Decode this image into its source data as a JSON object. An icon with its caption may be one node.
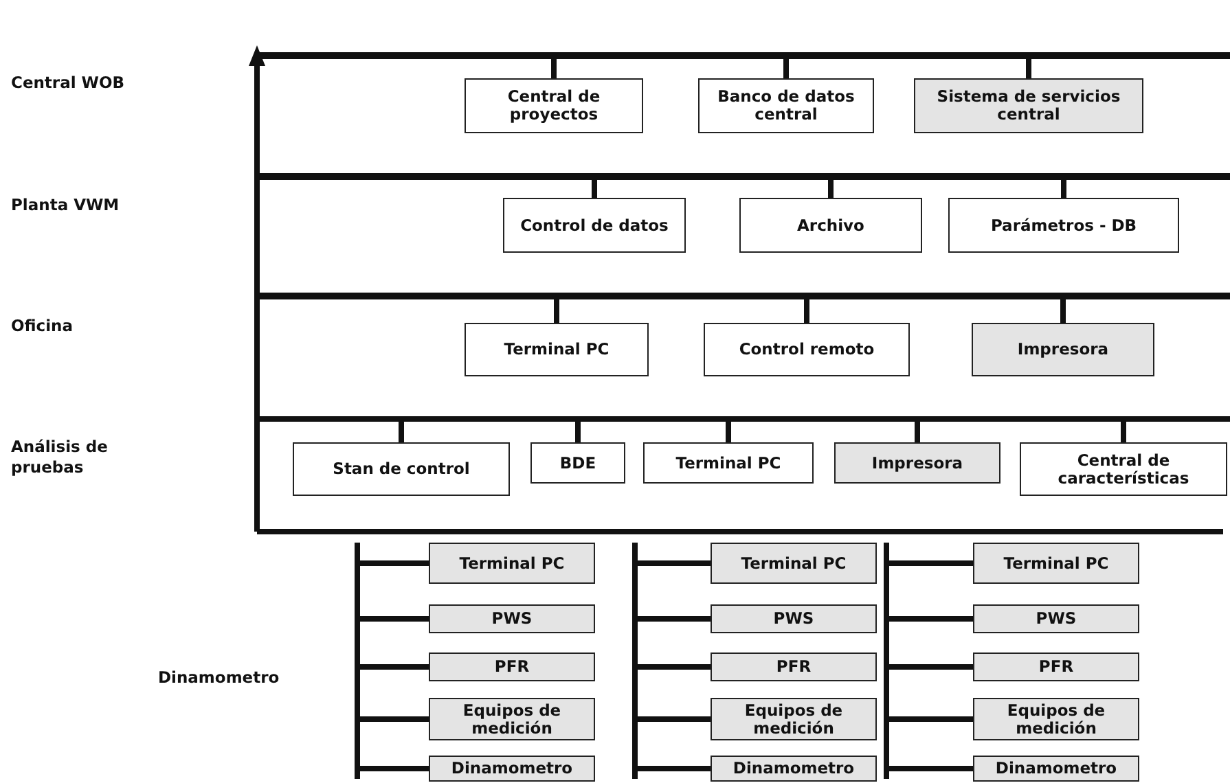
{
  "diagram": {
    "nodes": [
      {
        "text": [],
        "shape": "bar"
      },
      {
        "text": [
          "Central de proyectos"
        ]
      },
      {
        "text": [
          "Banco de datos central"
        ]
      },
      {
        "text": [
          "Sistema de servicios central"
        ]
      },
      {
        "text": [],
        "shape": "bar"
      },
      {
        "text": [
          "Control de datos"
        ]
      },
      {
        "text": [
          "Archivo"
        ]
      },
      {
        "text": [
          "Parámetros - DB"
        ]
      },
      {
        "text": [],
        "shape": "bar"
      },
      {
        "text": [
          "Terminal PC"
        ]
      },
      {
        "text": [
          "Control remoto"
        ]
      },
      {
        "text": [
          "Impresora"
        ]
      },
      {
        "text": [],
        "shape": "bar"
      },
      {
        "text": [
          "Stan de control"
        ]
      },
      {
        "text": [
          "BDE"
        ]
      },
      {
        "text": [
          "Terminal PC"
        ]
      },
      {
        "text": [
          "Impresora"
        ]
      },
      {
        "text": [
          "Central de características"
        ]
      },
      {
        "text": [],
        "shape": "bar"
      },
      {
        "text": [
          "Terminal PC"
        ]
      },
      {
        "text": [
          "PWS"
        ]
      },
      {
        "text": [
          "PFR"
        ]
      },
      {
        "text": [
          "Equipos de medición"
        ]
      },
      {
        "text": [
          "Dinamometro"
        ]
      },
      {
        "text": [],
        "shape": "bar"
      },
      {
        "text": [
          "Terminal PC"
        ]
      },
      {
        "text": [
          "PWS"
        ]
      },
      {
        "text": [
          "PFR"
        ]
      },
      {
        "text": [
          "Equipos de medición"
        ]
      },
      {
        "text": [
          "Dinamometro"
        ]
      },
      {
        "text": [],
        "shape": "bar"
      },
      {
        "text": [
          "Terminal PC"
        ]
      },
      {
        "text": [
          "PWS"
        ]
      },
      {
        "text": [
          "PFR"
        ]
      },
      {
        "text": [
          "Equipos de medición"
        ]
      },
      {
        "text": [
          "Dinamometro"
        ]
      }
    ],
    "edges": [
      {
        "from": 0,
        "to": 1,
        "arrow": "none"
      },
      {
        "from": 0,
        "to": 2,
        "arrow": "none"
      },
      {
        "from": 0,
        "to": 3,
        "arrow": "none"
      },
      {
        "from": 4,
        "to": 5,
        "arrow": "none"
      },
      {
        "from": 4,
        "to": 6,
        "arrow": "none"
      },
      {
        "from": 4,
        "to": 7,
        "arrow": "none"
      },
      {
        "from": 8,
        "to": 9,
        "arrow": "none"
      },
      {
        "from": 8,
        "to": 10,
        "arrow": "none"
      },
      {
        "from": 8,
        "to": 11,
        "arrow": "none"
      },
      {
        "from": 12,
        "to": 13,
        "arrow": "none"
      },
      {
        "from": 12,
        "to": 14,
        "arrow": "none"
      },
      {
        "from": 12,
        "to": 15,
        "arrow": "none"
      },
      {
        "from": 12,
        "to": 16,
        "arrow": "none"
      },
      {
        "from": 12,
        "to": 17,
        "arrow": "none"
      },
      {
        "from": 18,
        "to": 19,
        "arrow": "none"
      },
      {
        "from": 18,
        "to": 20,
        "arrow": "none"
      },
      {
        "from": 18,
        "to": 21,
        "arrow": "none"
      },
      {
        "from": 18,
        "to": 22,
        "arrow": "none"
      },
      {
        "from": 18,
        "to": 23,
        "arrow": "none"
      },
      {
        "from": 24,
        "to": 25,
        "arrow": "none"
      },
      {
        "from": 24,
        "to": 26,
        "arrow": "none"
      },
      {
        "from": 24,
        "to": 27,
        "arrow": "none"
      },
      {
        "from": 24,
        "to": 28,
        "arrow": "none"
      },
      {
        "from": 24,
        "to": 29,
        "arrow": "none"
      },
      {
        "from": 30,
        "to": 31,
        "arrow": "none"
      },
      {
        "from": 30,
        "to": 32,
        "arrow": "none"
      },
      {
        "from": 30,
        "to": 33,
        "arrow": "none"
      },
      {
        "from": 30,
        "to": 34,
        "arrow": "none"
      },
      {
        "from": 30,
        "to": 35,
        "arrow": "none"
      }
    ],
    "labels": [
      "Central WOB",
      "Planta VWM",
      "Oficina",
      "Análisis de pruebas",
      "Dinamometro"
    ]
  }
}
